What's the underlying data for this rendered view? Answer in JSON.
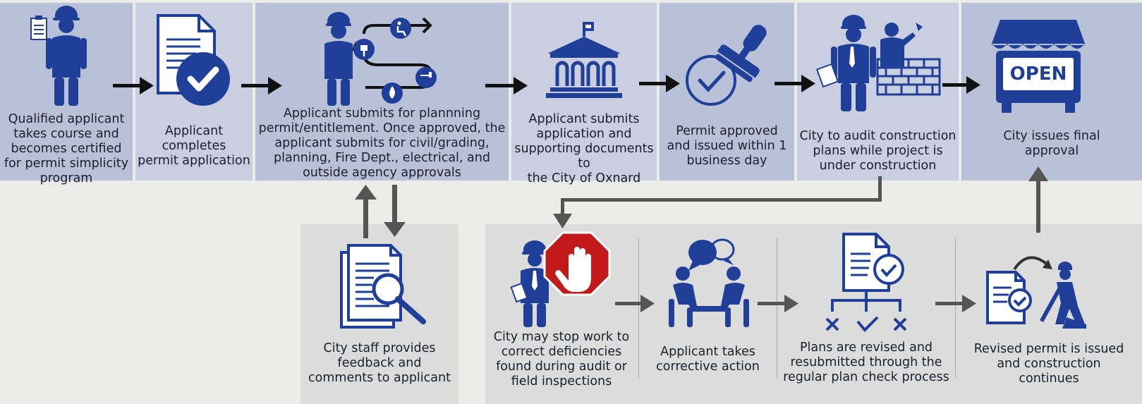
{
  "colors": {
    "top_panel_dark": "#b9c1d9",
    "top_panel_light": "#c9cee0",
    "bottom_panel": "#dcdcdc",
    "background": "#ececea",
    "icon_blue": "#1f3f99",
    "stop_red": "#c21a1a",
    "arrow_black": "#111111",
    "arrow_gray": "#555555"
  },
  "steps_top": [
    {
      "id": "certified",
      "text_lines": [
        "Qualified applicant",
        "takes course and",
        "becomes certified",
        "for permit simplicity",
        "program"
      ],
      "icon": "worker-with-clipboard-icon"
    },
    {
      "id": "application",
      "text_lines": [
        "Applicant",
        "completes",
        "permit application"
      ],
      "icon": "document-checkmark-icon"
    },
    {
      "id": "planning",
      "text_lines": [
        "Applicant submits for plannning",
        "permit/entitlement. Once approved, the",
        "applicant submits for civil/grading,",
        "planning, Fire Dept., electrical, and",
        "outside agency approvals"
      ],
      "icon": "worker-utility-paths-icon"
    },
    {
      "id": "submit-oxnard",
      "text_lines": [
        "Applicant submits",
        "application and",
        "supporting documents to",
        "the City of Oxnard"
      ],
      "icon": "city-hall-icon"
    },
    {
      "id": "approved",
      "text_lines": [
        "Permit approved",
        "and issued within 1",
        "business day"
      ],
      "icon": "approval-stamp-icon"
    },
    {
      "id": "audit",
      "text_lines": [
        "City to audit construction",
        "plans while project is",
        "under construction"
      ],
      "icon": "inspector-and-builder-icon"
    },
    {
      "id": "final",
      "text_lines": [
        "City issues final",
        "approval"
      ],
      "icon": "open-storefront-icon",
      "sign_text": "OPEN"
    }
  ],
  "steps_bottom": [
    {
      "id": "feedback",
      "text_lines": [
        "City staff provides",
        "feedback and",
        "comments to applicant"
      ],
      "icon": "document-review-icon"
    },
    {
      "id": "stop-work",
      "text_lines": [
        "City may stop work to",
        "correct deficiencies",
        "found during audit or",
        "field inspections"
      ],
      "icon": "inspector-stop-sign-icon"
    },
    {
      "id": "corrective",
      "text_lines": [
        "Applicant takes",
        "corrective action"
      ],
      "icon": "meeting-discussion-icon"
    },
    {
      "id": "revised",
      "text_lines": [
        "Plans are revised and",
        "resubmitted through the",
        "regular plan check process"
      ],
      "icon": "plan-review-flow-icon"
    },
    {
      "id": "continues",
      "text_lines": [
        "Revised permit is issued",
        "and construction",
        "continues"
      ],
      "icon": "document-and-digger-icon"
    }
  ]
}
